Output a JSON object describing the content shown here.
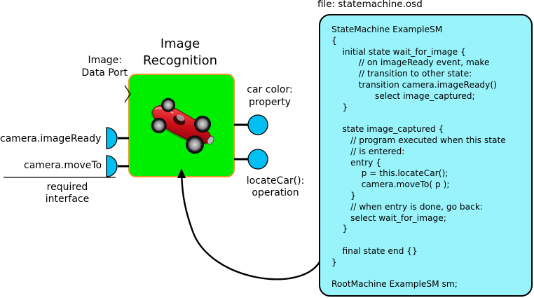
{
  "component": {
    "title_line1": "Image",
    "title_line2": "Recognition",
    "fill_color": "#00ee00",
    "border_color": "#e69a2a",
    "image_icon": "red-race-car"
  },
  "ports": {
    "data_port_label_line1": "Image:",
    "data_port_label_line2": "Data Port",
    "required": [
      {
        "label": "camera.imageReady"
      },
      {
        "label": "camera.moveTo"
      }
    ],
    "required_interface_line1": "required",
    "required_interface_line2": "interface",
    "provided": [
      {
        "label_line1": "car color:",
        "label_line2": "property"
      },
      {
        "label_line1": "locateCar():",
        "label_line2": "operation"
      }
    ],
    "port_color": "#00bff3"
  },
  "file": {
    "label": "file: statemachine.osd",
    "panel_color": "#99f3fb",
    "code": "StateMachine ExampleSM\n{\n    initial state wait_for_image {\n          // on imageReady event, make\n          // transition to other state:\n          transition camera.imageReady()\n                select image_captured;\n    }\n\n    state image_captured {\n       // program executed when this state\n       // is entered:\n       entry {\n           p = this.locateCar();\n           camera.moveTo( p );\n       }\n       // when entry is done, go back:\n       select wait_for_image;\n    }\n\n    final state end {}\n}\n\nRootMachine ExampleSM sm;"
  }
}
